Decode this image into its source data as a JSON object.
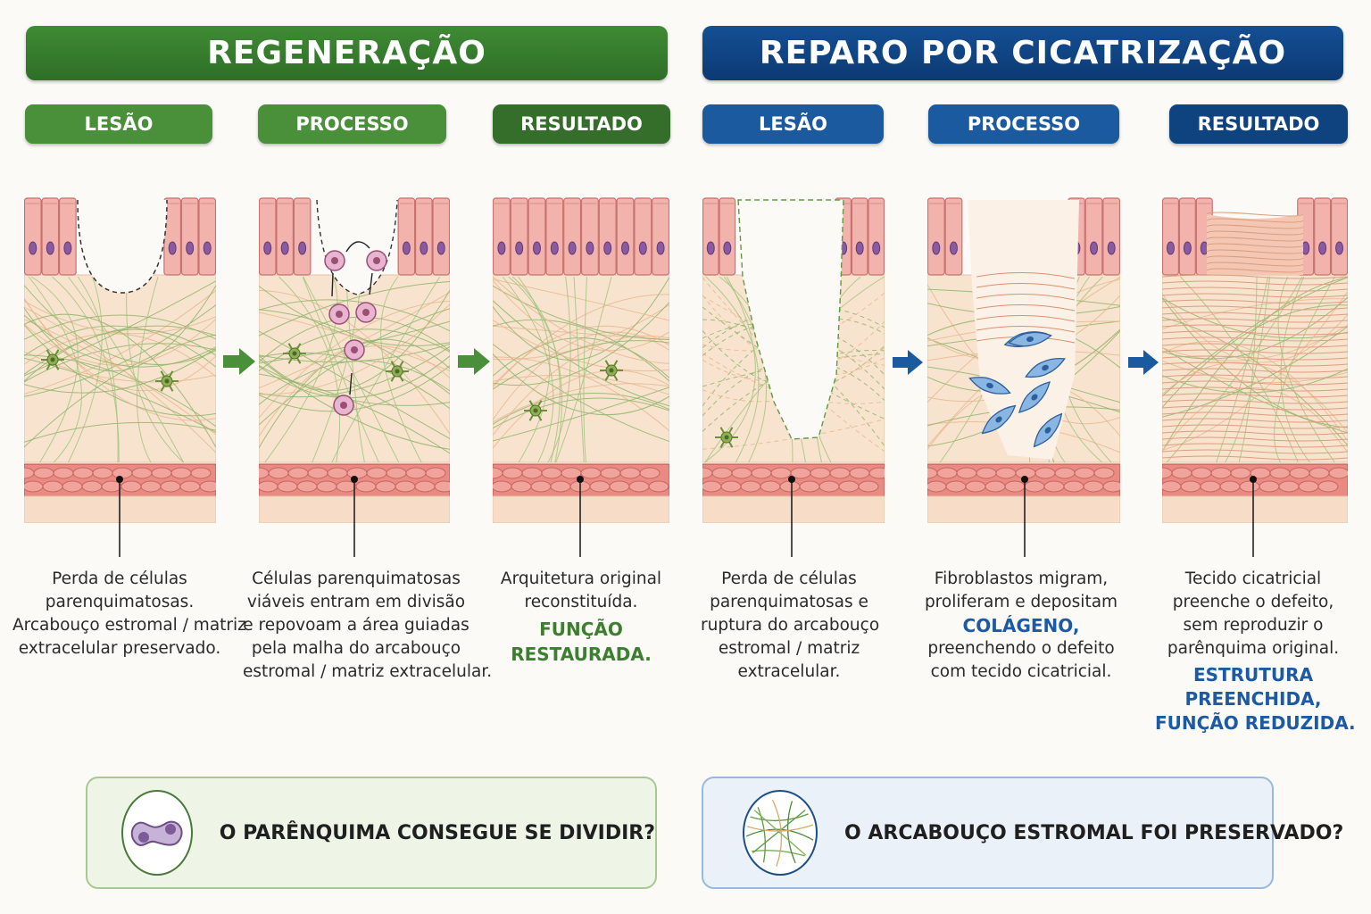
{
  "regeneracao": {
    "title": "REGENERAÇÃO",
    "steps": [
      "LESÃO",
      "PROCESSO",
      "RESULTADO"
    ],
    "captions": [
      {
        "lines": [
          "Perda de células",
          "parenquimatosas.",
          "Arcabouço estromal / matriz",
          "extracelular preservado."
        ],
        "emphasis": []
      },
      {
        "lines": [
          "Células parenquimatosas",
          "viáveis entram em divisão",
          "e repovoam a área guiadas",
          "pela malha do arcabouço",
          "estromal / matriz extracelular."
        ],
        "emphasis": []
      },
      {
        "lines": [
          "Arquitetura original",
          "reconstituída."
        ],
        "emphasis": [
          "FUNÇÃO",
          "RESTAURADA."
        ]
      }
    ],
    "question": "O PARÊNQUIMA CONSEGUE SE DIVIDIR?"
  },
  "reparo": {
    "title": "REPARO POR CICATRIZAÇÃO",
    "steps": [
      "LESÃO",
      "PROCESSO",
      "RESULTADO"
    ],
    "captions": [
      {
        "lines": [
          "Perda de células",
          "parenquimatosas e",
          "ruptura do arcabouço",
          "estromal / matriz",
          "extracelular."
        ],
        "emphasis": []
      },
      {
        "lines": [
          "Fibroblastos migram,",
          "proliferam e depositam"
        ],
        "emphasis": [
          "COLÁGENO,"
        ],
        "lines_after": [
          "preenchendo o defeito",
          "com tecido cicatricial."
        ]
      },
      {
        "lines": [
          "Tecido cicatricial",
          "preenche o defeito,",
          "sem reproduzir o",
          "parênquima original."
        ],
        "emphasis": [
          "ESTRUTURA",
          "PREENCHIDA,",
          "FUNÇÃO REDUZIDA."
        ]
      }
    ],
    "question": "O ARCABOUÇO ESTROMAL FOI PRESERVADO?"
  },
  "colors": {
    "green": "#3b7f2f",
    "blue": "#1c5aa3",
    "tissue": "#f8e3cf",
    "epithelium": "#f2b3ad",
    "nucleus": "#8c5aa0"
  }
}
